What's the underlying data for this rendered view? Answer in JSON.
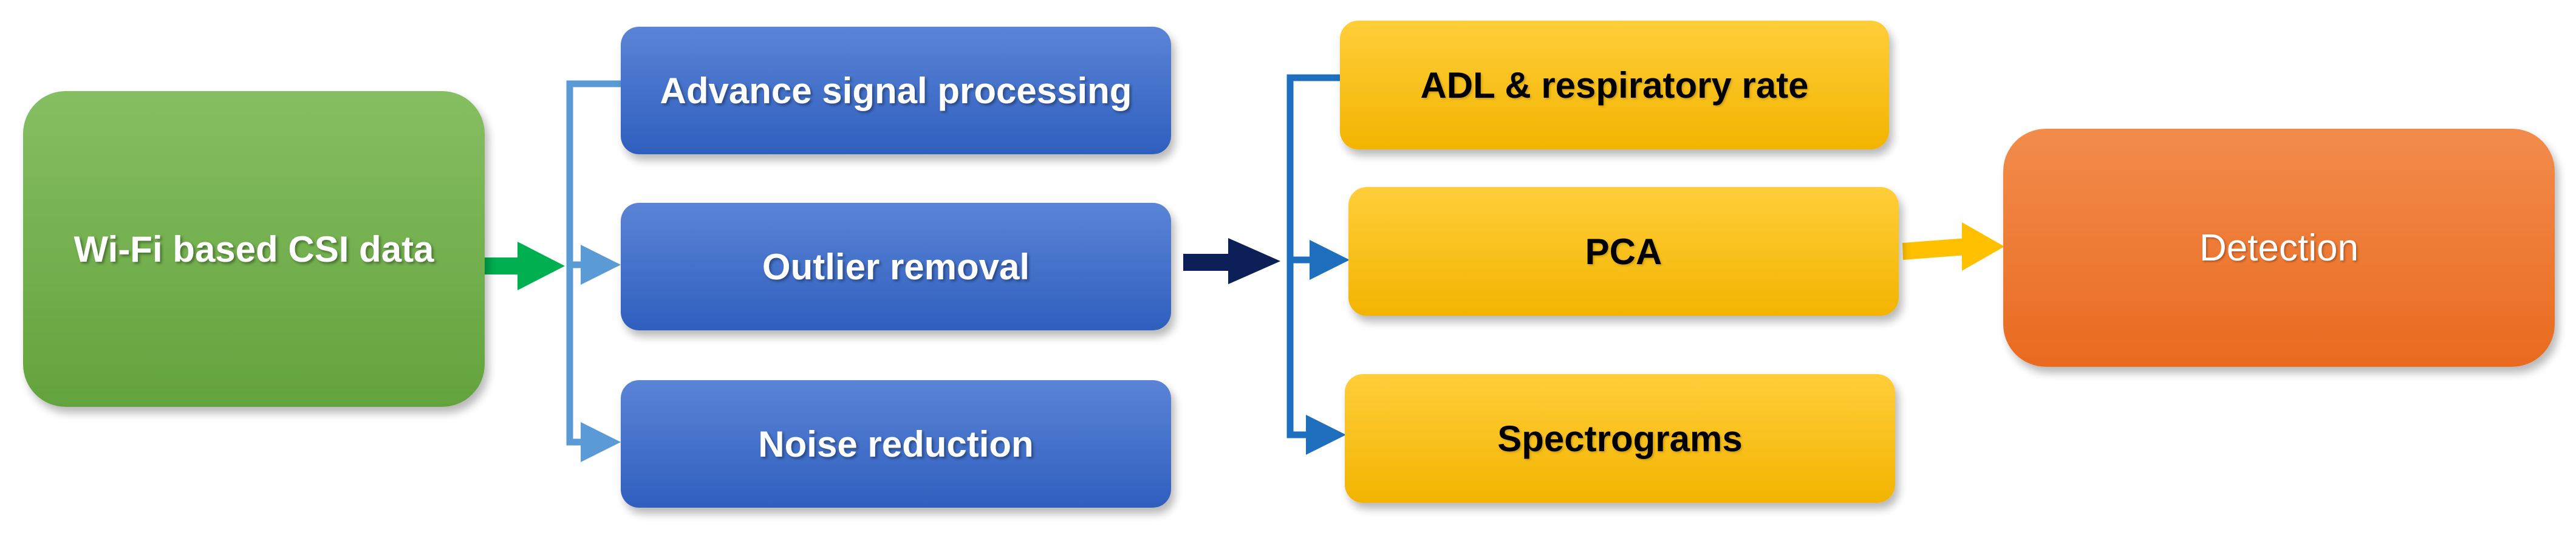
{
  "diagram": {
    "input": "Wi-Fi based CSI data",
    "preprocessing": [
      "Advance signal processing",
      "Outlier removal",
      "Noise reduction"
    ],
    "features": [
      "ADL & respiratory rate",
      "PCA",
      "Spectrograms"
    ],
    "output": "Detection"
  },
  "colors": {
    "input_box": "#70ad47",
    "preprocessing_box": "#4472c4",
    "feature_box": "#ffc000",
    "output_box": "#ed7d31",
    "arrow_green": "#00b050",
    "arrow_navy": "#0c1f56",
    "connector_light_blue": "#5b9bd5",
    "connector_blue": "#1f6fbf",
    "arrow_yellow": "#ffc000"
  }
}
